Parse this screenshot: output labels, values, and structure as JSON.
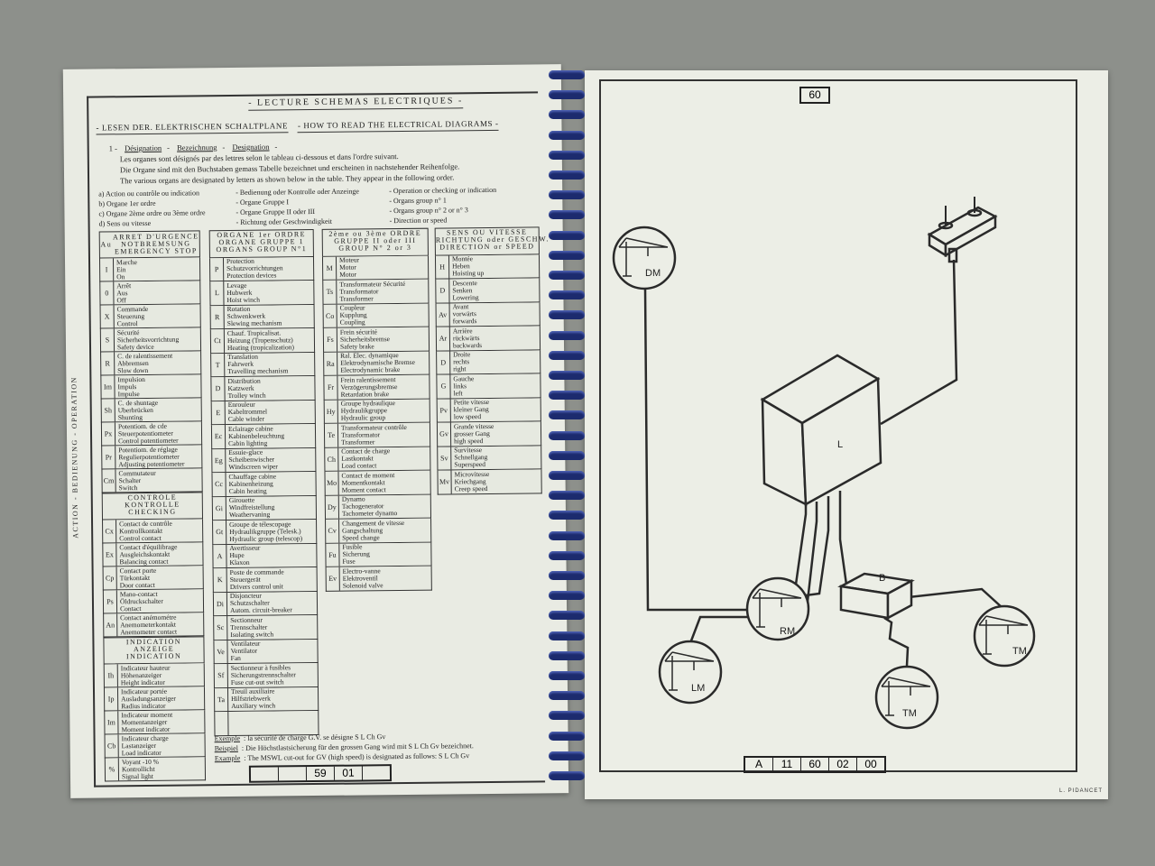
{
  "left_page": {
    "title_fr": "- LECTURE SCHEMAS ELECTRIQUES -",
    "title_de": "- LESEN DER. ELEKTRISCHEN SCHALTPLANE",
    "title_en": "- HOW TO READ THE ELECTRICAL DIAGRAMS -",
    "intro": {
      "num": "1 -",
      "h_fr": "Désignation",
      "h_de": "Bezeichnung",
      "h_en": "Designation",
      "line_fr": "Les organes sont désignés par des lettres selon le tableau ci-dessous et dans l'ordre suivant.",
      "line_de": "Die Organe sind mit den Buchstaben gemass Tabelle bezeichnet und erscheinen in nachstehender Reihenfolge.",
      "line_en": "The various organs are designated by letters as shown below in the table. They appear in the following order."
    },
    "legend_fr": [
      "a) Action ou contrôle ou indication",
      "b) Organe 1er ordre",
      "c) Organe 2ème ordre ou 3ème ordre",
      "d) Sens ou vitesse"
    ],
    "legend_de": [
      "- Bedienung oder Kontrolle oder Anzeinge",
      "- Organe Gruppe I",
      "- Organe Gruppe II oder III",
      "- Richtung oder Geschwindigkeit"
    ],
    "legend_en": [
      "- Operation or checking or indication",
      "- Organs group n° 1",
      "- Organs group n° 2 or n° 3",
      "- Direction or speed"
    ],
    "vertical_label": "ACTION - BEDIENUNG - OPERATION",
    "columns": [
      {
        "rows": [
          {
            "code": "Au",
            "lines": [
              "ARRET D'URGENCE",
              "NOTBREMSUNG",
              "EMERGENCY STOP"
            ],
            "type": "head"
          },
          {
            "code": "I",
            "lines": [
              "Marche",
              "Ein",
              "On"
            ]
          },
          {
            "code": "0",
            "lines": [
              "Arrêt",
              "Aus",
              "Off"
            ]
          },
          {
            "code": "X",
            "lines": [
              "Commande",
              "Steuerung",
              "Control"
            ]
          },
          {
            "code": "S",
            "lines": [
              "Sécurité",
              "Sicherheitsvorrichtung",
              "Safety device"
            ]
          },
          {
            "code": "R",
            "lines": [
              "C. de ralentissement",
              "Abbremsen",
              "Slow down"
            ]
          },
          {
            "code": "Im",
            "lines": [
              "Impulsion",
              "Impuls",
              "Impulse"
            ]
          },
          {
            "code": "Sh",
            "lines": [
              "C. de shuntage",
              "Uberbrücken",
              "Shunting"
            ]
          },
          {
            "code": "Px",
            "lines": [
              "Potentiom. de cde",
              "Steuerpotentiometer",
              "Control potentiometer"
            ]
          },
          {
            "code": "Pr",
            "lines": [
              "Potentiom. de réglage",
              "Regulierpotentiometer",
              "Adjusting potentiometer"
            ]
          },
          {
            "code": "Cm",
            "lines": [
              "Commutateur",
              "Schalter",
              "Switch"
            ]
          },
          {
            "code": "",
            "lines": [
              "CONTROLE",
              "KONTROLLE",
              "CHECKING"
            ],
            "type": "head"
          },
          {
            "code": "Cx",
            "lines": [
              "Contact de contrôle",
              "Kontrollkontakt",
              "Control contact"
            ]
          },
          {
            "code": "Ex",
            "lines": [
              "Contact d'équilibrage",
              "Ausgleichskontakt",
              "Balancing contact"
            ]
          },
          {
            "code": "Cp",
            "lines": [
              "Contact porte",
              "Türkontakt",
              "Door contact"
            ]
          },
          {
            "code": "Ps",
            "lines": [
              "Mano-contact",
              "Öldruckschalter",
              "Contact"
            ]
          },
          {
            "code": "An",
            "lines": [
              "Contact anémométre",
              "Anemometerkontakt",
              "Anemometer contact"
            ]
          },
          {
            "code": "",
            "lines": [
              "INDICATION",
              "ANZEIGE",
              "INDICATION"
            ],
            "type": "head"
          },
          {
            "code": "Ih",
            "lines": [
              "Indicateur hauteur",
              "Höhenanzeiger",
              "Height indicator"
            ]
          },
          {
            "code": "Ip",
            "lines": [
              "Indicateur portée",
              "Ausladungsanzeiger",
              "Radius indicator"
            ]
          },
          {
            "code": "Im",
            "lines": [
              "Indicateur moment",
              "Momentanzeiger",
              "Moment indicator"
            ]
          },
          {
            "code": "Cb",
            "lines": [
              "Indicateur charge",
              "Lastanzeiger",
              "Load indicator"
            ]
          },
          {
            "code": "%",
            "lines": [
              "Voyant -10 %",
              "Kontrollicht",
              "Signal light"
            ]
          }
        ]
      },
      {
        "rows": [
          {
            "code": "",
            "lines": [
              "ORGANE 1er ORDRE",
              "ORGANE GRUPPE 1",
              "ORGANS GROUP N°1"
            ],
            "type": "head"
          },
          {
            "code": "P",
            "lines": [
              "Protection",
              "Schutzvorrichtungen",
              "Protection devices"
            ]
          },
          {
            "code": "L",
            "lines": [
              "Levage",
              "Hubwerk",
              "Hoist winch"
            ]
          },
          {
            "code": "R",
            "lines": [
              "Rotation",
              "Schwenkwerk",
              "Slewing mechanism"
            ]
          },
          {
            "code": "Ct",
            "lines": [
              "Chauf. Tropicalisat.",
              "Heizung (Tropenschutz)",
              "Heating (tropicalization)"
            ]
          },
          {
            "code": "T",
            "lines": [
              "Translation",
              "Fahrwerk",
              "Travelling mechanism"
            ]
          },
          {
            "code": "D",
            "lines": [
              "Distribution",
              "Katzwerk",
              "Trolley winch"
            ]
          },
          {
            "code": "E",
            "lines": [
              "Enrouleur",
              "Kabeltrommel",
              "Cable winder"
            ]
          },
          {
            "code": "Ec",
            "lines": [
              "Eclairage cabine",
              "Kabinenbeleuchtung",
              "Cabin lighting"
            ]
          },
          {
            "code": "Eg",
            "lines": [
              "Essuie-glace",
              "Scheibenwischer",
              "Windscreen wiper"
            ]
          },
          {
            "code": "Cc",
            "lines": [
              "Chauffage cabine",
              "Kabinenheizung",
              "Cabin heating"
            ]
          },
          {
            "code": "Gi",
            "lines": [
              "Girouette",
              "Windfreistellung",
              "Weathervaning"
            ]
          },
          {
            "code": "Gt",
            "lines": [
              "Groupe de télescopage",
              "Hydraulikgruppe (Telesk.)",
              "Hydraulic group (telescop)"
            ]
          },
          {
            "code": "A",
            "lines": [
              "Avertisseur",
              "Hupe",
              "Klaxon"
            ]
          },
          {
            "code": "K",
            "lines": [
              "Poste de commande",
              "Steuergerät",
              "Drivers control unit"
            ]
          },
          {
            "code": "Di",
            "lines": [
              "Disjoncteur",
              "Schutzschalter",
              "Autom. circuit-breaker"
            ]
          },
          {
            "code": "Sc",
            "lines": [
              "Sectionneur",
              "Trennschalter",
              "Isolating switch"
            ]
          },
          {
            "code": "Ve",
            "lines": [
              "Ventilateur",
              "Ventilator",
              "Fan"
            ]
          },
          {
            "code": "Sf",
            "lines": [
              "Sectionneur à fusibles",
              "Sicherungstrennschalter",
              "Fuse cut-out switch"
            ]
          },
          {
            "code": "Ta",
            "lines": [
              "Treuil auxiliaire",
              "Hilfstriebwerk",
              "Auxiliary winch"
            ]
          },
          {
            "code": "",
            "lines": [
              "",
              "",
              ""
            ]
          }
        ]
      },
      {
        "rows": [
          {
            "code": "",
            "lines": [
              "2ème ou 3ème ORDRE",
              "GRUPPE II oder III",
              "GROUP N° 2 or 3"
            ],
            "type": "head"
          },
          {
            "code": "M",
            "lines": [
              "Moteur",
              "Motor",
              "Motor"
            ]
          },
          {
            "code": "Ts",
            "lines": [
              "Transformateur Sécurité",
              "Transformator",
              "Transformer"
            ]
          },
          {
            "code": "Co",
            "lines": [
              "Coupleur",
              "Kupplung",
              "Coupling"
            ]
          },
          {
            "code": "Fs",
            "lines": [
              "Frein sécurité",
              "Sicherheitsbremse",
              "Safety brake"
            ]
          },
          {
            "code": "Ra",
            "lines": [
              "Ral. Elec. dynamique",
              "Elektrodynamische Bremse",
              "Electrodynamic brake"
            ]
          },
          {
            "code": "Fr",
            "lines": [
              "Frein ralentissement",
              "Verzögerungsbremse",
              "Retardation brake"
            ]
          },
          {
            "code": "Hy",
            "lines": [
              "Groupe hydraulique",
              "Hydraulikgruppe",
              "Hydraulic group"
            ]
          },
          {
            "code": "Te",
            "lines": [
              "Transformateur contrôle",
              "Transformator",
              "Transformer"
            ]
          },
          {
            "code": "Ch",
            "lines": [
              "Contact de charge",
              "Lastkontakt",
              "Load contact"
            ]
          },
          {
            "code": "Mo",
            "lines": [
              "Contact de moment",
              "Momentkontakt",
              "Moment contact"
            ]
          },
          {
            "code": "Dy",
            "lines": [
              "Dynamo",
              "Tachogenerator",
              "Tachometer dynamo"
            ]
          },
          {
            "code": "Cv",
            "lines": [
              "Changement de vitesse",
              "Gangschaltung",
              "Speed change"
            ]
          },
          {
            "code": "Fu",
            "lines": [
              "Fusible",
              "Sicherung",
              "Fuse"
            ]
          },
          {
            "code": "Ev",
            "lines": [
              "Electro-vanne",
              "Elektroventil",
              "Solenoid valve"
            ]
          }
        ]
      },
      {
        "rows": [
          {
            "code": "",
            "lines": [
              "SENS OU VITESSE",
              "RICHTUNG oder GESCHW.",
              "DIRECTION or SPEED"
            ],
            "type": "head"
          },
          {
            "code": "H",
            "lines": [
              "Montée",
              "Heben",
              "Hoisting up"
            ]
          },
          {
            "code": "D",
            "lines": [
              "Descente",
              "Senken",
              "Lowering"
            ]
          },
          {
            "code": "Av",
            "lines": [
              "Avant",
              "vorwärts",
              "forwards"
            ]
          },
          {
            "code": "Ar",
            "lines": [
              "Arrière",
              "rückwärts",
              "backwards"
            ]
          },
          {
            "code": "D",
            "lines": [
              "Droite",
              "rechts",
              "right"
            ]
          },
          {
            "code": "G",
            "lines": [
              "Gauche",
              "links",
              "left"
            ]
          },
          {
            "code": "Pv",
            "lines": [
              "Petite vitesse",
              "kleiner Gang",
              "low speed"
            ]
          },
          {
            "code": "Gv",
            "lines": [
              "Grande vitesse",
              "grosser Gang",
              "high speed"
            ]
          },
          {
            "code": "Sv",
            "lines": [
              "Survitesse",
              "Schnellgang",
              "Superspeed"
            ]
          },
          {
            "code": "Mv",
            "lines": [
              "Microvitesse",
              "Kriechgang",
              "Creep speed"
            ]
          }
        ]
      }
    ],
    "examples": [
      {
        "label": "Exemple",
        "text": ": la sécurité de charge G.V. se désigne S L Ch Gv"
      },
      {
        "label": "Beispiel",
        "text": ": Die Höchstlastsicherung für den grossen Gang wird mit S L Ch Gv bezeichnet."
      },
      {
        "label": "Example",
        "text": ": The MSWL cut-out for GV (high speed) is designated as follows: S L Ch Gv"
      }
    ],
    "page_number_boxes": [
      "",
      "",
      "59",
      "01",
      ""
    ]
  },
  "right_page": {
    "page_number": "60",
    "diagram_labels": {
      "cabinet": "L",
      "box": "B",
      "dm": "DM",
      "rm": "RM",
      "lm": "LM",
      "tm_right": "TM",
      "tm_bottom": "TM"
    },
    "reference_boxes": [
      "A",
      "11",
      "60",
      "02",
      "00"
    ],
    "credit": "L. PIDANCET"
  },
  "colors": {
    "binding": "#1c2b6e",
    "paper": "#e9ebe3",
    "ink": "#333333",
    "background": "#8d908b"
  }
}
